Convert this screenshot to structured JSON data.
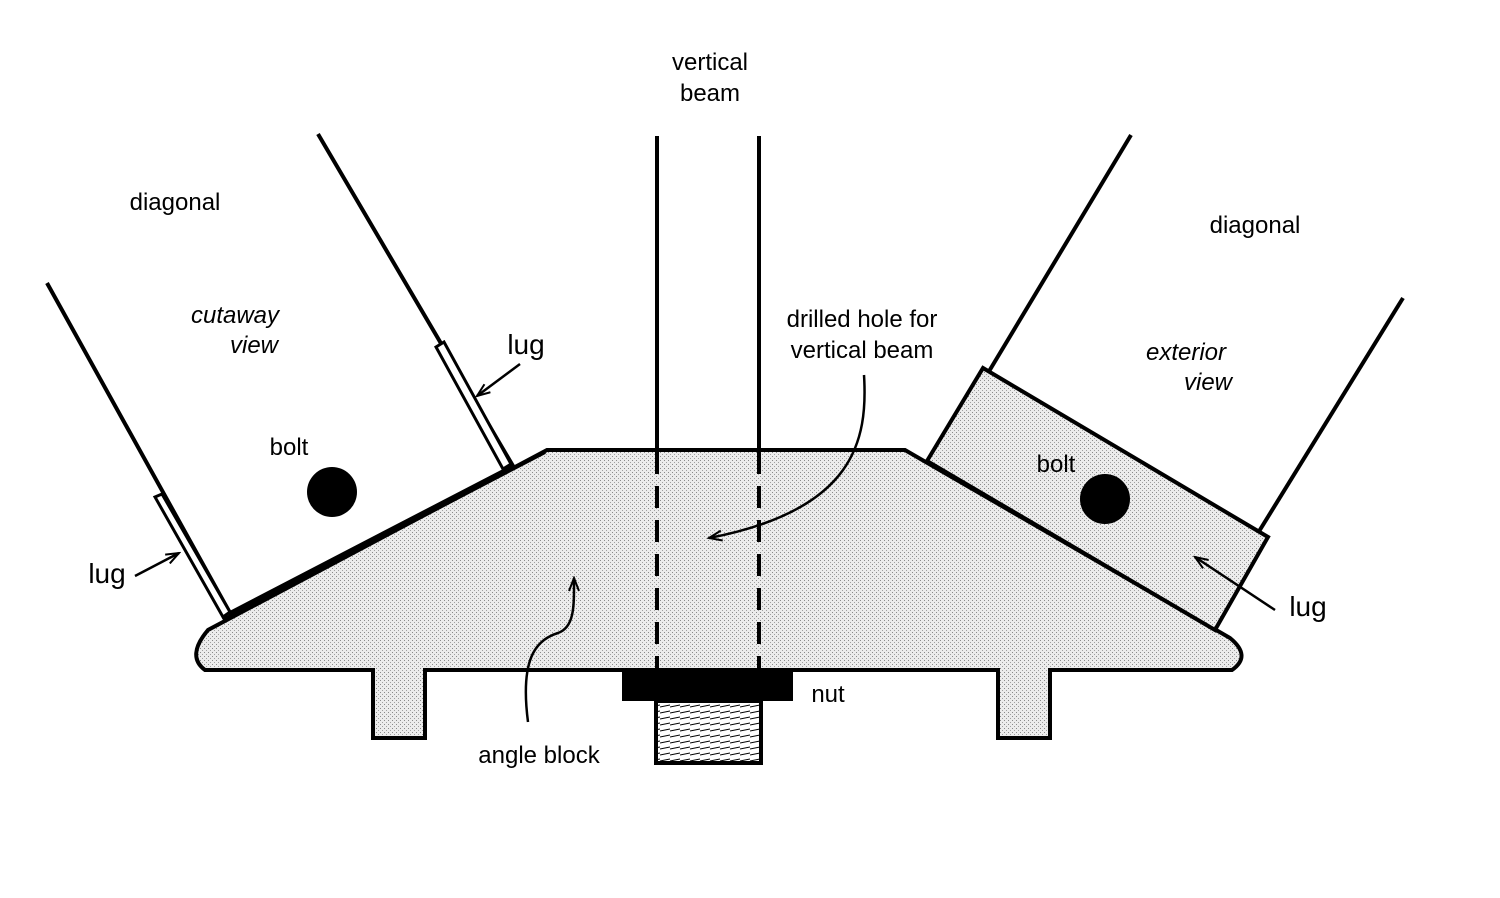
{
  "labels": {
    "vertical_beam_line1": "vertical",
    "vertical_beam_line2": "beam",
    "diagonal_left": "diagonal",
    "diagonal_right": "diagonal",
    "cutaway_line1": "cutaway",
    "cutaway_line2": "view",
    "exterior_line1": "exterior",
    "exterior_line2": "view",
    "lug_upper_left": "lug",
    "lug_lower_left": "lug",
    "lug_right": "lug",
    "bolt_left": "bolt",
    "bolt_right": "bolt",
    "drilled_line1": "drilled hole for",
    "drilled_line2": "vertical beam",
    "nut": "nut",
    "angle_block": "angle block"
  },
  "colors": {
    "stroke": "#000000",
    "fill_stipple": "#e6e6e6",
    "background": "#ffffff"
  }
}
